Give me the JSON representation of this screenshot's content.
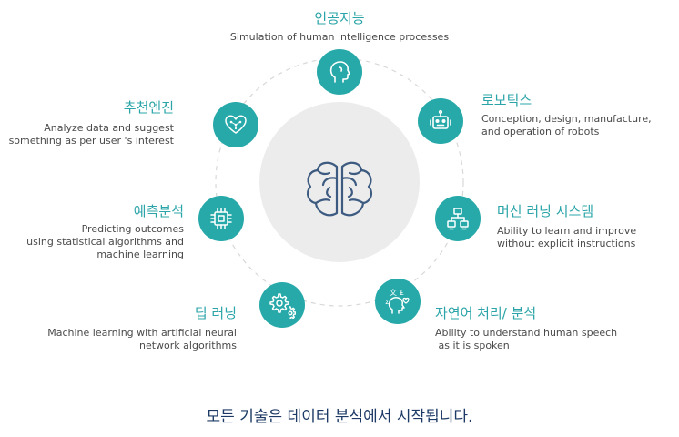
{
  "center": {
    "icon": "brain-icon"
  },
  "items": [
    {
      "key": "ai",
      "title": "인공지능",
      "icon": "head-icon",
      "desc": [
        "Simulation of human intelligence processes"
      ]
    },
    {
      "key": "robotics",
      "title": "로보틱스",
      "icon": "robot-icon",
      "desc": [
        "Conception, design, manufacture,",
        "and operation of robots"
      ]
    },
    {
      "key": "ml-system",
      "title": "머신 러닝 시스템",
      "icon": "network-icon",
      "desc": [
        "Ability to learn and improve",
        "without explicit instructions"
      ]
    },
    {
      "key": "nlp",
      "title": "자연어 처리/ 분석",
      "icon": "language-head-icon",
      "desc": [
        "Ability to understand human speech",
        " as it is spoken"
      ]
    },
    {
      "key": "deep-learning",
      "title": "딥 러닝",
      "icon": "gears-icon",
      "desc": [
        "Machine learning with artificial neural",
        "network algorithms"
      ]
    },
    {
      "key": "predictive",
      "title": "예측분석",
      "icon": "chip-icon",
      "desc": [
        "Predicting outcomes",
        "using statistical algorithms and",
        "machine learning"
      ]
    },
    {
      "key": "recommendation",
      "title": "추천엔진",
      "icon": "heart-network-icon",
      "desc": [
        "Analyze data and suggest",
        "something as per user 's interest"
      ]
    }
  ],
  "footer": "모든 기술은 데이터 분석에서 시작됩니다.",
  "colors": {
    "accent": "#27a9a9",
    "title": "#2aa4a8",
    "center_fill": "#ececec",
    "footer": "#1d3a66",
    "brain": "#3d5a80"
  }
}
